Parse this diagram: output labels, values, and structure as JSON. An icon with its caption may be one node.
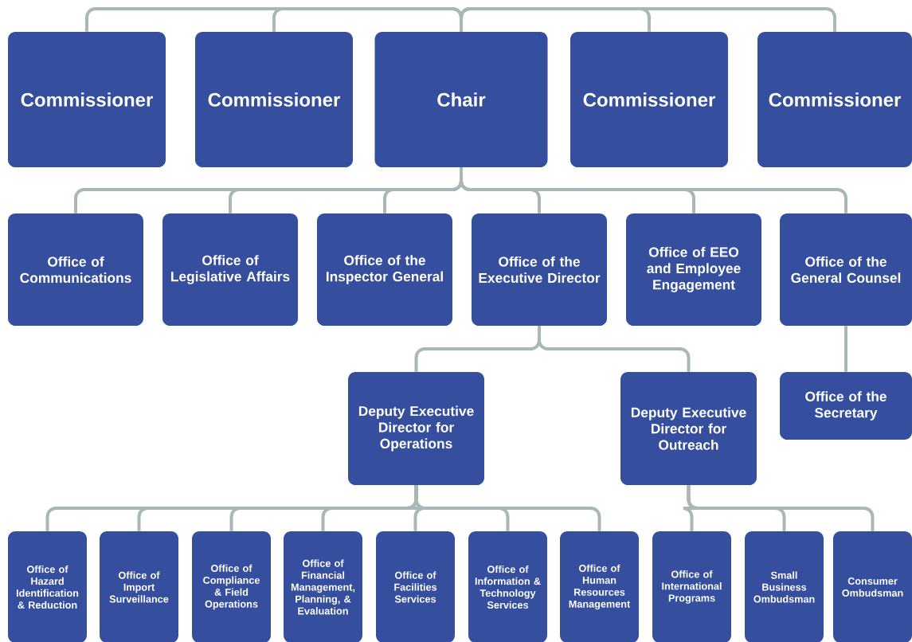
{
  "diagram": {
    "nodes": [
      {
        "text": [
          "Commissioner"
        ]
      },
      {
        "text": [
          "Commissioner"
        ]
      },
      {
        "text": [
          "Chair"
        ]
      },
      {
        "text": [
          "Commissioner"
        ]
      },
      {
        "text": [
          "Commissioner"
        ]
      },
      {
        "text": [
          "Office of Communications"
        ]
      },
      {
        "text": [
          "Office of Legislative Affairs"
        ]
      },
      {
        "text": [
          "Office of the Inspector General"
        ]
      },
      {
        "text": [
          "Office of the Executive Director"
        ]
      },
      {
        "text": [
          "Office of EEO and Employee Engagement"
        ]
      },
      {
        "text": [
          "Office of the General Counsel"
        ]
      },
      {
        "text": [
          "Deputy Executive Director for Operations"
        ]
      },
      {
        "text": [
          "Deputy Executive Director for Outreach"
        ]
      },
      {
        "text": [
          "Office of the Secretary"
        ]
      },
      {
        "text": [
          "Office of Hazard Identification & Reduction"
        ]
      },
      {
        "text": [
          "Office of Import Surveillance"
        ]
      },
      {
        "text": [
          "Office of Compliance & Field Operations"
        ]
      },
      {
        "text": [
          "Office of Financial Management, Planning, & Evaluation"
        ]
      },
      {
        "text": [
          "Office of Facilities Services"
        ]
      },
      {
        "text": [
          "Office of Information & Technology Services"
        ]
      },
      {
        "text": [
          "Office of Human Resources Management"
        ]
      },
      {
        "text": [
          "Office of International Programs"
        ]
      },
      {
        "text": [
          "Small Business Ombudsman"
        ]
      },
      {
        "text": [
          "Consumer Ombudsman"
        ]
      }
    ],
    "edges": [
      {
        "from": 2,
        "to": 0,
        "arrow": "none"
      },
      {
        "from": 2,
        "to": 1,
        "arrow": "none"
      },
      {
        "from": 2,
        "to": 3,
        "arrow": "none"
      },
      {
        "from": 2,
        "to": 4,
        "arrow": "none"
      },
      {
        "from": 2,
        "to": 5,
        "arrow": "none"
      },
      {
        "from": 2,
        "to": 6,
        "arrow": "none"
      },
      {
        "from": 2,
        "to": 7,
        "arrow": "none"
      },
      {
        "from": 2,
        "to": 8,
        "arrow": "none"
      },
      {
        "from": 2,
        "to": 9,
        "arrow": "none"
      },
      {
        "from": 2,
        "to": 10,
        "arrow": "none"
      },
      {
        "from": 8,
        "to": 11,
        "arrow": "none"
      },
      {
        "from": 8,
        "to": 12,
        "arrow": "none"
      },
      {
        "from": 10,
        "to": 13,
        "arrow": "none"
      },
      {
        "from": 11,
        "to": 14,
        "arrow": "none"
      },
      {
        "from": 11,
        "to": 15,
        "arrow": "none"
      },
      {
        "from": 11,
        "to": 16,
        "arrow": "none"
      },
      {
        "from": 11,
        "to": 17,
        "arrow": "none"
      },
      {
        "from": 11,
        "to": 18,
        "arrow": "none"
      },
      {
        "from": 11,
        "to": 19,
        "arrow": "none"
      },
      {
        "from": 11,
        "to": 20,
        "arrow": "none"
      },
      {
        "from": 12,
        "to": 21,
        "arrow": "none"
      },
      {
        "from": 12,
        "to": 22,
        "arrow": "none"
      },
      {
        "from": 12,
        "to": 23,
        "arrow": "none"
      }
    ]
  }
}
